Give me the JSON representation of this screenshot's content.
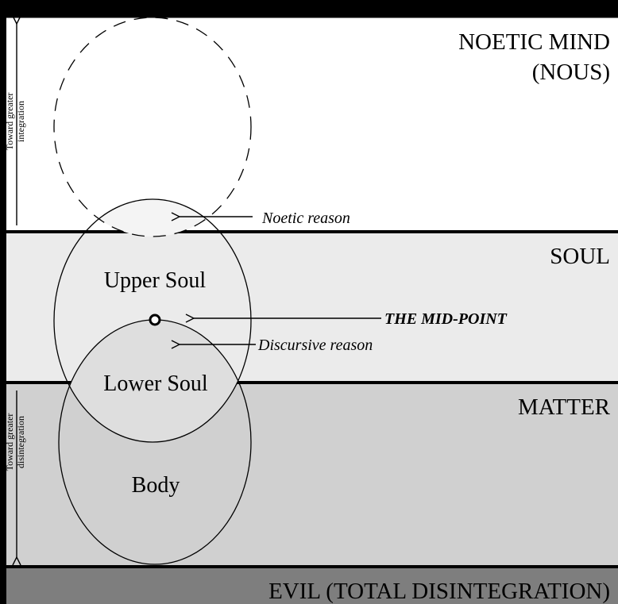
{
  "bands": [
    {
      "label_lines": [
        "NOETIC MIND",
        "(NOUS)"
      ],
      "color": "#ffffff"
    },
    {
      "label_lines": [
        "SOUL"
      ],
      "color": "#ebebeb"
    },
    {
      "label_lines": [
        "MATTER"
      ],
      "color": "#d0d0d0"
    },
    {
      "label_lines": [
        "EVIL (TOTAL DISINTEGRATION)"
      ],
      "color": "#7e7e7e"
    }
  ],
  "regions": {
    "upper_soul": "Upper Soul",
    "lower_soul": "Lower Soul",
    "body": "Body"
  },
  "annotations": {
    "noetic_reason": "Noetic reason",
    "mid_point": "THE MID-POINT",
    "discursive_reason": "Discursive reason"
  },
  "side_arrows": {
    "up_lines": [
      "Toward greater",
      "integration"
    ],
    "down_lines": [
      "Toward greater",
      "disintegration"
    ]
  },
  "colors": {
    "frame": "#000000",
    "intersection_fill": "#f4f4f4",
    "line": "#000000"
  }
}
